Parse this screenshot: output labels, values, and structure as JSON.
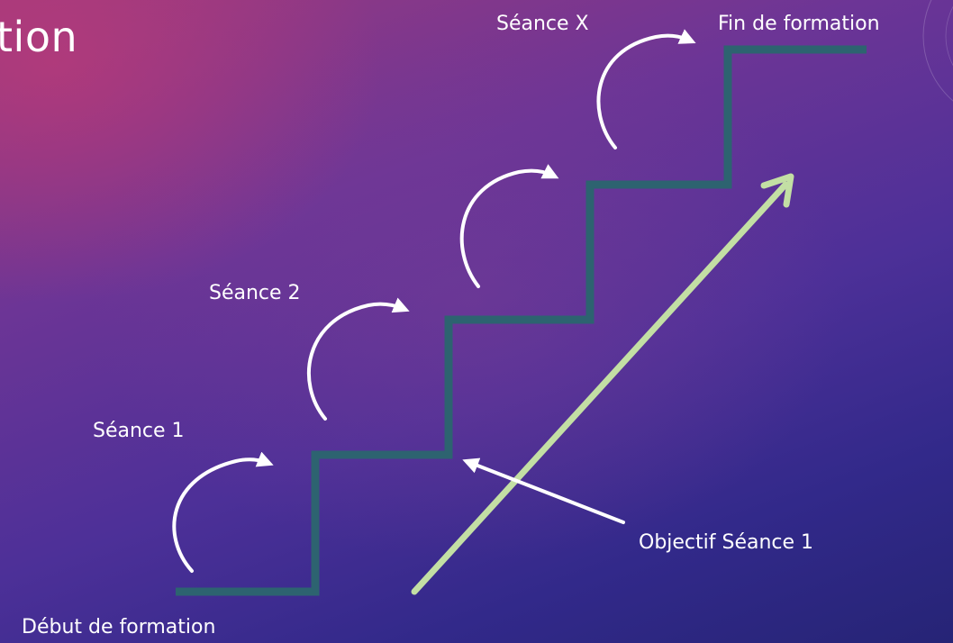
{
  "title_fragment": "tion",
  "labels": {
    "debut": "Début de formation",
    "seance1": "Séance 1",
    "seance2": "Séance 2",
    "seanceX": "Séance X",
    "fin": "Fin de formation",
    "objectif": "Objectif Séance 1"
  },
  "colors": {
    "stair": "#2d6370",
    "progress_arrow": "#c3dfa4",
    "curved_arrows": "#ffffff",
    "pointer_arrow": "#ffffff"
  }
}
